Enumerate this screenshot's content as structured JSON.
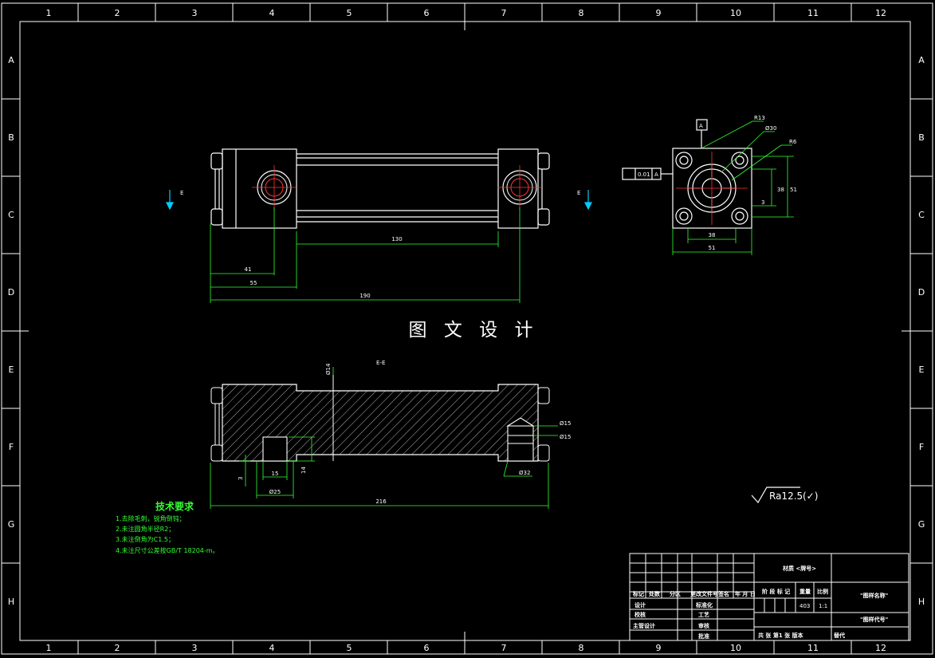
{
  "zones": {
    "columns": [
      "1",
      "2",
      "3",
      "4",
      "5",
      "6",
      "7",
      "8",
      "9",
      "10",
      "11",
      "12"
    ],
    "rows": [
      "A",
      "B",
      "C",
      "D",
      "E",
      "F",
      "G",
      "H"
    ]
  },
  "watermark": "图 文 设 计",
  "front_view": {
    "dims": {
      "d41": "41",
      "d55": "55",
      "d130": "130",
      "d190": "190"
    },
    "section_mark": "E"
  },
  "side_view": {
    "datum": "A",
    "tolerance": {
      "value": "0.01",
      "datum": "A"
    },
    "dims": {
      "r13": "R13",
      "d30": "Ø30",
      "r6": "R6",
      "h38": "38",
      "h51": "51",
      "w38": "38",
      "w51": "51",
      "small": "3"
    }
  },
  "section_view": {
    "label": "E-E",
    "dims": {
      "d14": "Ø14",
      "d15a": "Ø15",
      "d15b": "Ø15",
      "d25": "Ø25",
      "d32": "Ø32",
      "w15": "15",
      "h14": "14",
      "h3": "3",
      "l216": "216"
    }
  },
  "roughness": {
    "value": "Ra12.5",
    "suffix": "(✓)"
  },
  "tech_requirements": {
    "title": "技术要求",
    "items": [
      "1.去除毛刺，锐角倒钝；",
      "2.未注圆角半径R2；",
      "3.未注倒角为C1.5；",
      "4.未注尺寸公差按GB/T 18204-m。"
    ]
  },
  "title_block": {
    "material": "材质 <牌号>",
    "drawing_name": "\"图样名称\"",
    "drawing_no": "\"图样代号\"",
    "stage_mark": "阶 段 标 记",
    "weight_label": "重量",
    "ratio_label": "比例",
    "weight": "403",
    "ratio": "1:1",
    "header_cells": [
      "标记",
      "处数",
      "分区",
      "更改文件号签名",
      "年 月 日"
    ],
    "left_rows": [
      "设计",
      "校核",
      "主管设计"
    ],
    "mid_rows": [
      "标准化",
      "工艺",
      "审核",
      "批准"
    ],
    "bottom_row": "共 张 第1 张 版本",
    "replace": "替代"
  }
}
